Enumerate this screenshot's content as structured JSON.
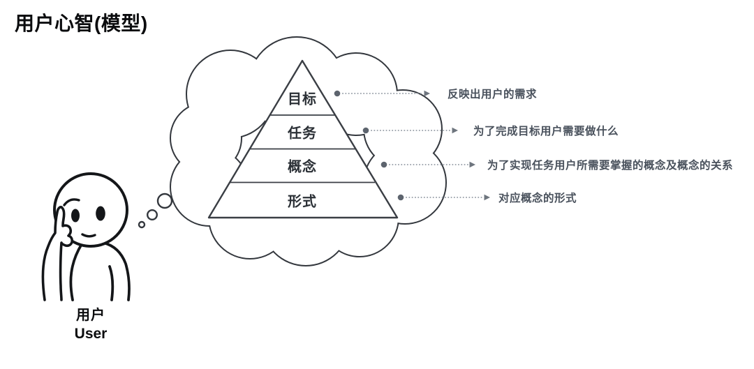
{
  "title": "用户心智(模型)",
  "character": {
    "label_zh": "用户",
    "label_en": "User"
  },
  "pyramid": {
    "levels": [
      {
        "label": "目标",
        "annotation": "反映出用户的需求"
      },
      {
        "label": "任务",
        "annotation": "为了完成目标用户需要做什么"
      },
      {
        "label": "概念",
        "annotation": "为了实现任务用户所需要掌握的概念及概念的关系"
      },
      {
        "label": "形式",
        "annotation": "对应概念的形式"
      }
    ]
  },
  "icons": {
    "thought_cloud": "cloud-outline",
    "thought_bubbles": "dot-trail",
    "character": "thinking-person"
  },
  "colors": {
    "background": "#ffffff",
    "outline": "#33373d",
    "title_text": "#0b0c0e",
    "pyramid_text": "#2b3036",
    "annotation_text": "#49515c",
    "connector_dot": "#5d646e",
    "connector_line": "#9ba2ab",
    "connector_arrow": "#6e757e"
  }
}
